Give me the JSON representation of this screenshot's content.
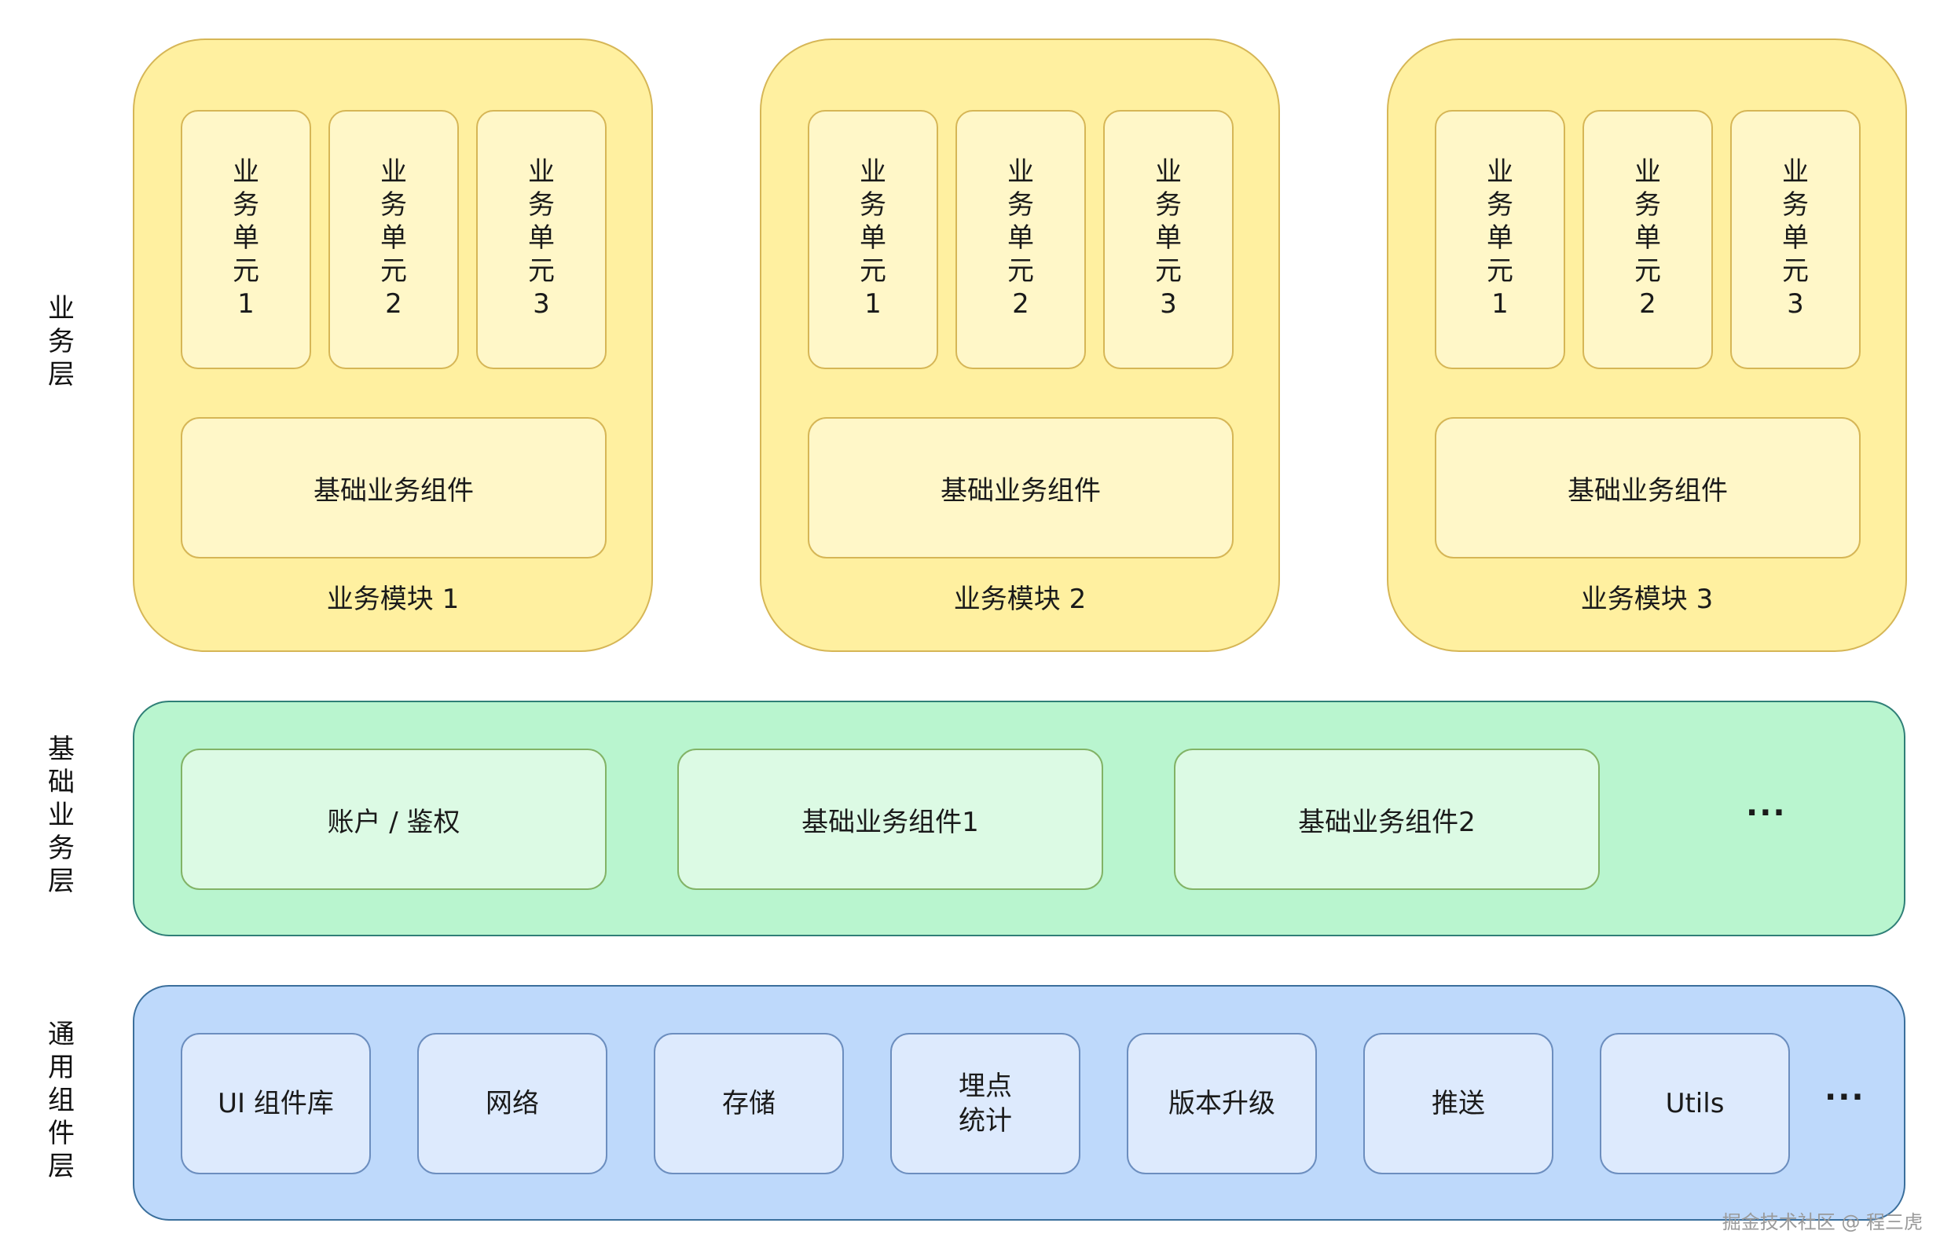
{
  "layers": {
    "business": "业\n务\n层",
    "base_business": "基\n础\n业\n务\n层",
    "common": "通\n用\n组\n件\n层"
  },
  "modules": [
    {
      "title": "业务模块 1",
      "units": [
        "业\n务\n单\n元\n1",
        "业\n务\n单\n元\n2",
        "业\n务\n单\n元\n3"
      ],
      "base_component": "基础业务组件"
    },
    {
      "title": "业务模块 2",
      "units": [
        "业\n务\n单\n元\n1",
        "业\n务\n单\n元\n2",
        "业\n务\n单\n元\n3"
      ],
      "base_component": "基础业务组件"
    },
    {
      "title": "业务模块 3",
      "units": [
        "业\n务\n单\n元\n1",
        "业\n务\n单\n元\n2",
        "业\n务\n单\n元\n3"
      ],
      "base_component": "基础业务组件"
    }
  ],
  "base_layer": {
    "items": [
      "账户 / 鉴权",
      "基础业务组件1",
      "基础业务组件2"
    ],
    "more": "···"
  },
  "common_layer": {
    "items": [
      "UI 组件库",
      "网络",
      "存储",
      "埋点\n统计",
      "版本升级",
      "推送",
      "Utils"
    ],
    "more": "···"
  },
  "watermark": "掘金技术社区 @ 程三虎"
}
